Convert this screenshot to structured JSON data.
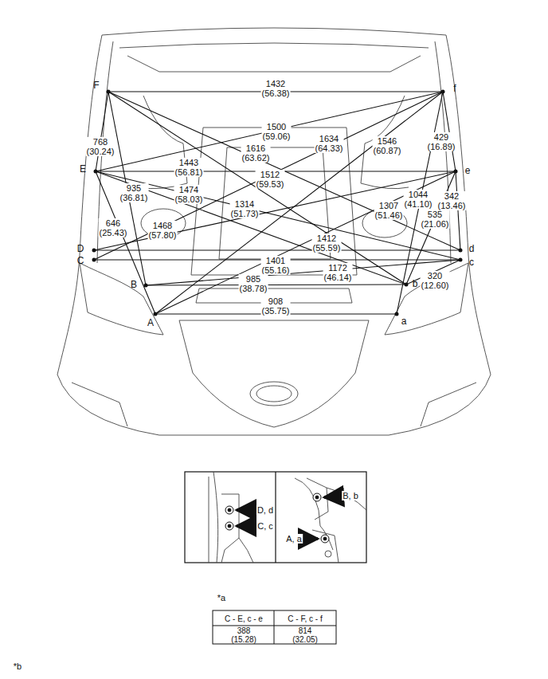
{
  "diagram": {
    "labels": [
      "F",
      "1432 (56.38)",
      "f",
      "1500 (59.06)",
      "768 (30.24)",
      "1634 (64.33)",
      "1616 (63.62)",
      "1546 (60.87)",
      "429 (16.89)",
      "E",
      "1443 (56.81)",
      "e",
      "1474 (58.03)",
      "1512 (59.53)",
      "935 (36.81)",
      "1044 (41.10)",
      "1307 (51.46)",
      "535 (21.06)",
      "342 (13.46)",
      "646 (25.43)",
      "1314 (51.73)",
      "1468 (57.80)",
      "D",
      "1412 (55.59)",
      "d",
      "C",
      "1401 (55.16)",
      "c",
      "B",
      "1172 (46.14)",
      "985 (38.78)",
      "b",
      "320 (12.60)",
      "A",
      "908 (35.75)",
      "a",
      "D, d",
      "C, c",
      "B, b",
      "A, a",
      "*a",
      "C - E, c - e",
      "C - F, c - f",
      "388 (15.28)",
      "814 (32.05)",
      "*b"
    ]
  }
}
